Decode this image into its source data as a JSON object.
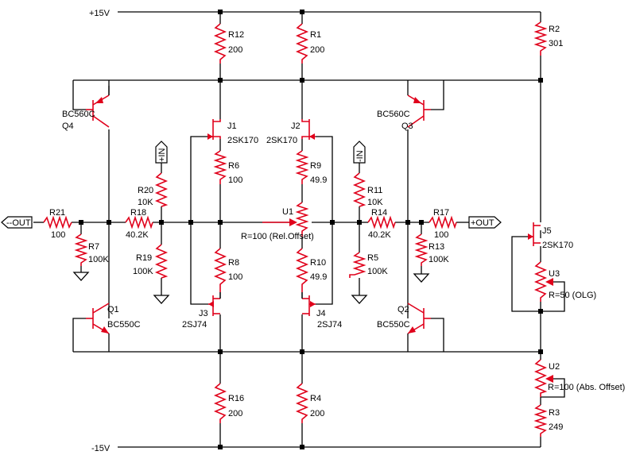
{
  "rails": {
    "pos": "+15V",
    "neg": "-15V"
  },
  "ports": {
    "out_neg": "--OUT",
    "out_pos": "+OUT",
    "in_pos": "+IN",
    "in_neg": "-IN"
  },
  "resistors": {
    "R1": {
      "name": "R1",
      "value": "200"
    },
    "R2": {
      "name": "R2",
      "value": "301"
    },
    "R3": {
      "name": "R3",
      "value": "249"
    },
    "R4": {
      "name": "R4",
      "value": "200"
    },
    "R5": {
      "name": "R5",
      "value": "100K"
    },
    "R6": {
      "name": "R6",
      "value": "100"
    },
    "R7": {
      "name": "R7",
      "value": "100K"
    },
    "R8": {
      "name": "R8",
      "value": "100"
    },
    "R9": {
      "name": "R9",
      "value": "49.9"
    },
    "R10": {
      "name": "R10",
      "value": "49.9"
    },
    "R11": {
      "name": "R11",
      "value": "10K"
    },
    "R12": {
      "name": "R12",
      "value": "200"
    },
    "R13": {
      "name": "R13",
      "value": "100K"
    },
    "R14": {
      "name": "R14",
      "value": "40.2K"
    },
    "R16": {
      "name": "R16",
      "value": "200"
    },
    "R17": {
      "name": "R17",
      "value": "100"
    },
    "R18": {
      "name": "R18",
      "value": "40.2K"
    },
    "R19": {
      "name": "R19",
      "value": "100K"
    },
    "R20": {
      "name": "R20",
      "value": "10K"
    },
    "R21": {
      "name": "R21",
      "value": "100"
    }
  },
  "pots": {
    "U1": {
      "name": "U1",
      "value": "R=100 (Rel.Offset)"
    },
    "U2": {
      "name": "U2",
      "value": "R=100 (Abs. Offset)"
    },
    "U3": {
      "name": "U3",
      "value": "R=50 (OLG)"
    }
  },
  "transistors": {
    "Q1": {
      "name": "Q1",
      "part": "BC550C"
    },
    "Q2": {
      "name": "Q2",
      "part": "BC550C"
    },
    "Q3": {
      "name": "Q3",
      "part": "BC560C"
    },
    "Q4": {
      "name": "Q4",
      "part": "BC560C"
    },
    "J1": {
      "name": "J1",
      "part": "2SK170"
    },
    "J2": {
      "name": "J2",
      "part": "2SK170"
    },
    "J3": {
      "name": "J3",
      "part": "2SJ74"
    },
    "J4": {
      "name": "J4",
      "part": "2SJ74"
    },
    "J5": {
      "name": "J5",
      "part": "2SK170"
    }
  }
}
